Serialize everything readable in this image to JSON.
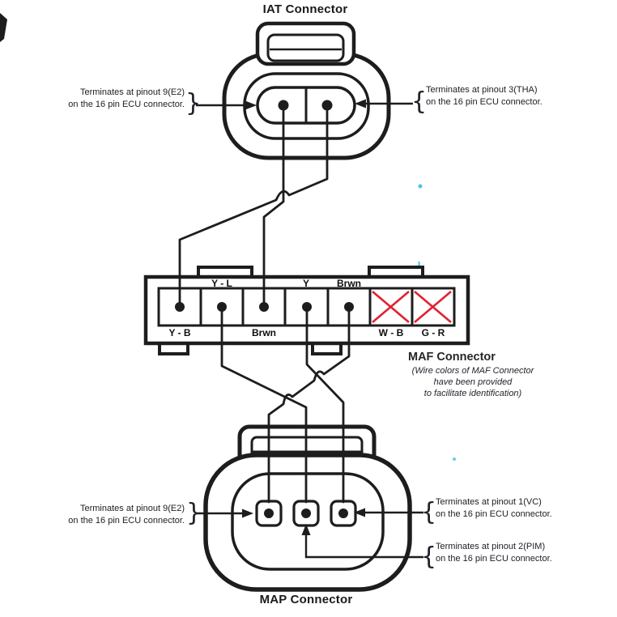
{
  "colors": {
    "line": "#1d1d1d",
    "x_mark": "#e0212f",
    "artifact": "#49c6e3"
  },
  "iat": {
    "title": "IAT Connector",
    "left_note": {
      "line1": "Terminates at pinout 9(E2)",
      "line2": "on the 16 pin ECU connector.",
      "brace": "}"
    },
    "right_note": {
      "brace": "{",
      "line1": "Terminates at pinout 3(THA)",
      "line2": "on the 16 pin ECU connector."
    }
  },
  "maf": {
    "title": "MAF Connector",
    "note": {
      "line1": "(Wire colors of MAF Connector",
      "line2": "have been provided",
      "line3": "to facilitate identification)"
    },
    "labels_top": [
      "Y - L",
      "Y",
      "Brwn"
    ],
    "labels_bottom": [
      "Y - B",
      "Brwn",
      "W - B",
      "G - R"
    ],
    "crossed_out_pins": [
      "W - B",
      "G - R"
    ]
  },
  "map": {
    "title": "MAP Connector",
    "left_note": {
      "line1": "Terminates at pinout 9(E2)",
      "line2": "on the 16 pin ECU connector.",
      "brace": "}"
    },
    "right_note_vc": {
      "brace": "{",
      "line1": "Terminates at pinout 1(VC)",
      "line2": "on the 16 pin ECU connector."
    },
    "right_note_pim": {
      "brace": "{",
      "line1": "Terminates at pinout 2(PIM)",
      "line2": "on the 16 pin ECU connector."
    }
  },
  "wiring": [
    {
      "from": "IAT left pin (E2)",
      "to": "MAF slot 3 (Brwn)"
    },
    {
      "from": "IAT right pin (THA)",
      "to": "MAF slot 1 (Y - B)"
    },
    {
      "from": "MAF slot 2 (Y - L)",
      "to": "MAP middle pin (PIM)"
    },
    {
      "from": "MAF slot 4 (Y)",
      "to": "MAP right pin (VC)"
    },
    {
      "from": "MAF slot 5 (Brwn)",
      "to": "MAP left pin (E2)"
    }
  ]
}
